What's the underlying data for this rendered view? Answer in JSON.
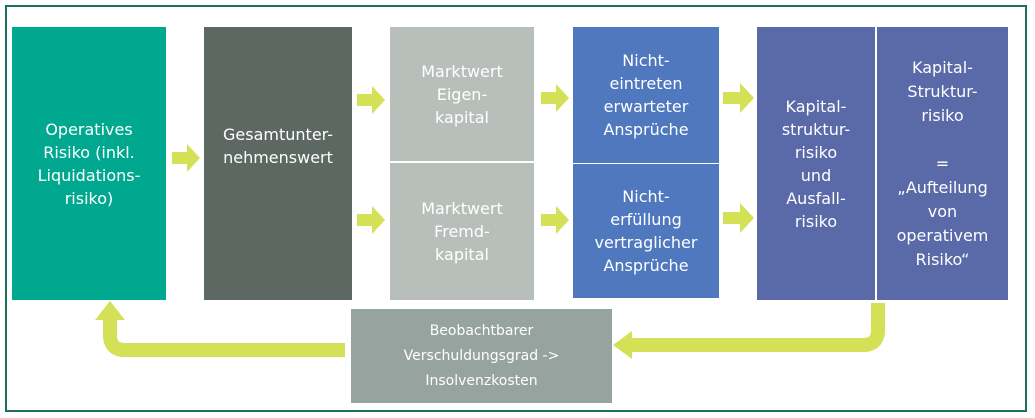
{
  "colors": {
    "teal": "#00a88f",
    "dark_gray": "#5d6863",
    "light_gray": "#b8bfbb",
    "blue": "#4f78bf",
    "indigo": "#5a69a8",
    "feedback_gray": "#97a39e",
    "arrow": "#d4e157",
    "frame": "#1f6e60"
  },
  "boxes": {
    "operatives_risiko": "Operatives\nRisiko (inkl.\nLiquidations-\nrisiko)",
    "gesamtunternehmenswert": "Gesamtunter-\nnehmenswert",
    "marktwert_eigenkapital": "Marktwert\nEigen-\nkapital",
    "marktwert_fremdkapital": "Marktwert\nFremd-\nkapital",
    "nichteintreten": "Nicht-\neintreten\nerwarteter\nAnsprüche",
    "nichterfuellung": "Nicht-\nerfüllung\nvertraglicher\nAnsprüche",
    "kapitalstrukturrisiko_ausfallrisiko": "Kapital-\nstruktur-\nrisiko\nund\nAusfall-\nrisiko",
    "kapitalstrukturrisiko_definition": "Kapital-\nStruktur-\nrisiko\n\n=\n„Aufteilung\nvon\noperativem\nRisiko“",
    "verschuldungsgrad": "Beobachtbarer\nVerschuldungsgrad ->\nInsolvenzkosten"
  }
}
